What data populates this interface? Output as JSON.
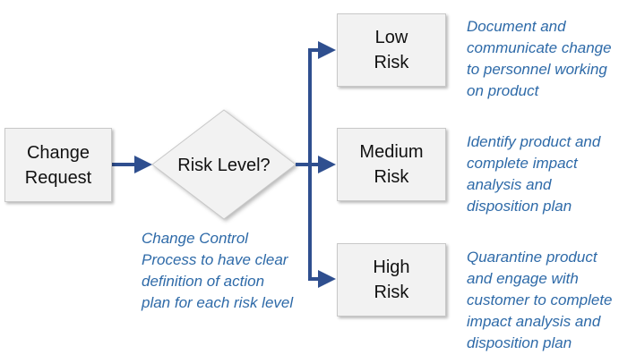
{
  "diagram": {
    "start": {
      "label": "Change\nRequest"
    },
    "decision": {
      "label": "Risk Level?"
    },
    "outcomes": [
      {
        "label": "Low\nRisk",
        "action": "Document and\ncommunicate change\nto personnel working\non product"
      },
      {
        "label": "Medium\nRisk",
        "action": "Identify product and\ncomplete impact\nanalysis and\ndisposition plan"
      },
      {
        "label": "High\nRisk",
        "action": "Quarantine product\nand engage with\ncustomer to complete\nimpact analysis and\ndisposition plan"
      }
    ],
    "note": "Change Control\nProcess to have clear\ndefinition of action\nplan for each risk level"
  },
  "colors": {
    "arrow": "#2f4f8f",
    "note_text": "#2e6aa8",
    "box_fill": "#f2f2f2",
    "box_border": "#c8c8c8"
  }
}
